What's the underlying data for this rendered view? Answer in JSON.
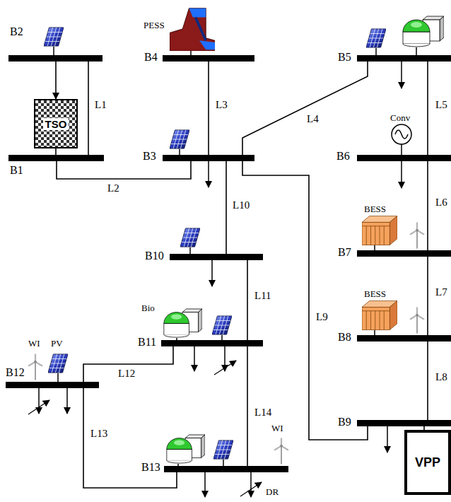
{
  "diagram": {
    "nodes": [
      {
        "text": [
          "B2"
        ]
      },
      {
        "text": [
          "TSO"
        ]
      },
      {
        "text": [
          "B1"
        ]
      },
      {
        "text": [
          "B4"
        ]
      },
      {
        "text": [
          "B3"
        ]
      },
      {
        "text": [
          "B5"
        ]
      },
      {
        "text": [
          "B6"
        ]
      },
      {
        "text": [
          "B7"
        ]
      },
      {
        "text": [
          "B8"
        ]
      },
      {
        "text": [
          "B9"
        ]
      },
      {
        "text": [
          "VPP"
        ]
      },
      {
        "text": [
          "B10"
        ]
      },
      {
        "text": [
          "B11"
        ]
      },
      {
        "text": [
          "B12"
        ]
      },
      {
        "text": [
          "B13"
        ]
      }
    ],
    "edges": [
      {
        "from": 0,
        "to": 2,
        "arrow": "none",
        "label": "L1"
      },
      {
        "from": 2,
        "to": 4,
        "arrow": "none",
        "label": "L2"
      },
      {
        "from": 3,
        "to": 4,
        "arrow": "none",
        "label": "L3"
      },
      {
        "from": 4,
        "to": 5,
        "arrow": "none",
        "label": "L4"
      },
      {
        "from": 5,
        "to": 6,
        "arrow": "none",
        "label": "L5"
      },
      {
        "from": 6,
        "to": 7,
        "arrow": "none",
        "label": "L6"
      },
      {
        "from": 7,
        "to": 8,
        "arrow": "none",
        "label": "L7"
      },
      {
        "from": 8,
        "to": 9,
        "arrow": "none",
        "label": "L8"
      },
      {
        "from": 4,
        "to": 9,
        "arrow": "none",
        "label": "L9"
      },
      {
        "from": 4,
        "to": 11,
        "arrow": "none",
        "label": "L10"
      },
      {
        "from": 11,
        "to": 12,
        "arrow": "none",
        "label": "L11"
      },
      {
        "from": 12,
        "to": 13,
        "arrow": "none",
        "label": "L12"
      },
      {
        "from": 13,
        "to": 14,
        "arrow": "none",
        "label": "L13"
      },
      {
        "from": 12,
        "to": 14,
        "arrow": "none",
        "label": "L14"
      },
      {
        "from": 0,
        "to": 1,
        "arrow": "to"
      },
      {
        "from": 1,
        "to": 2,
        "arrow": "none"
      },
      {
        "from": 9,
        "to": 10,
        "arrow": "none"
      }
    ],
    "labels": [
      "PESS",
      "Conv",
      "BESS",
      "Bio",
      "BESS",
      "WI",
      "PV",
      "WI",
      "DR"
    ]
  }
}
